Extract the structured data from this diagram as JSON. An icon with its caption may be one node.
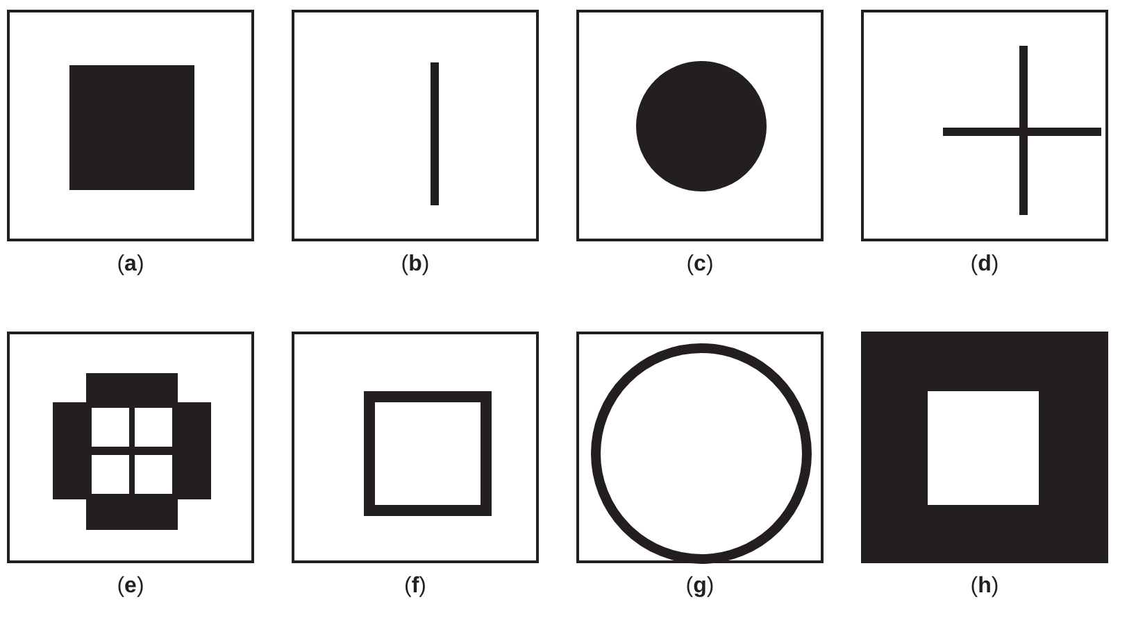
{
  "diagram": {
    "labels": [
      "(**a**)",
      "(**b**)",
      "(**c**)",
      "(**d**)",
      "(**e**)",
      "(**f**)",
      "(**g**)",
      "(**h**)"
    ]
  }
}
